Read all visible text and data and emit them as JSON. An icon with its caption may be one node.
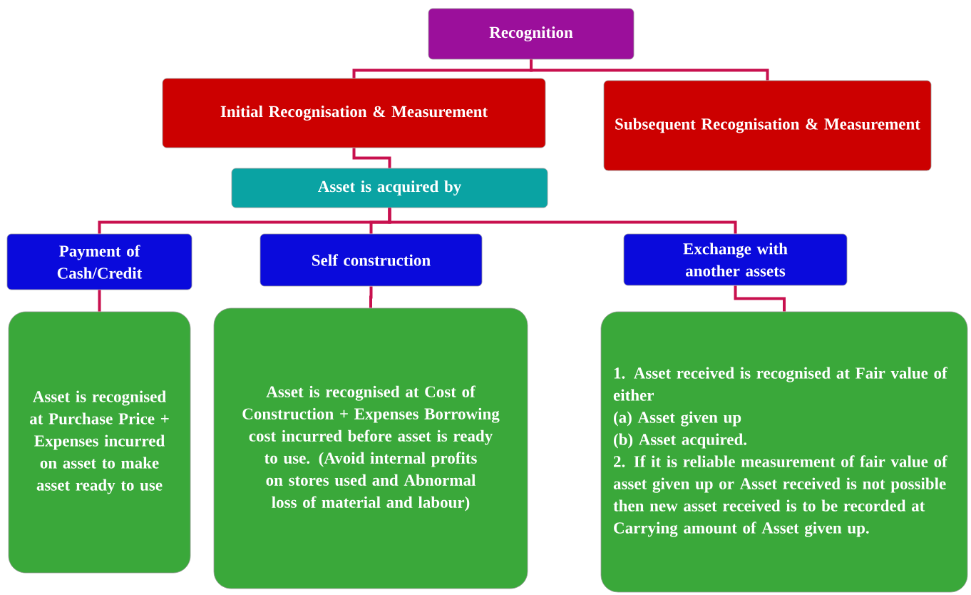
{
  "diagram": {
    "nodes": [
      {
        "text": [
          "Recognition"
        ]
      },
      {
        "text": [
          "Initial Recognisation & Measurement"
        ]
      },
      {
        "text": [
          "Subsequent Recognisation & Measurement"
        ]
      },
      {
        "text": [
          "Asset is acquired by"
        ]
      },
      {
        "text": [
          "Payment of Cash/Credit"
        ]
      },
      {
        "text": [
          "Self construction"
        ]
      },
      {
        "text": [
          "Exchange with another assets"
        ]
      },
      {
        "text": [
          "Asset is recognised at Purchase Price + Expenses incurred on asset to make asset ready to use"
        ]
      },
      {
        "text": [
          "Asset is recognised at Cost of Construction + Expenses Borrowing cost incurred before asset is ready to use. (Avoid internal profits on stores used and Abnormal loss of material and labour)"
        ]
      },
      {
        "text": [
          "1. Asset received is recognised at Fair value of either",
          "(a) Asset given up",
          "(b) Asset acquired.",
          "2. If it is reliable measurement of fair value of asset given up or Asset received is not possible then new asset received is to be recorded at Carrying amount of Asset given up."
        ]
      }
    ],
    "edges": [
      {
        "from": 0,
        "to": 1,
        "arrow": "none"
      },
      {
        "from": 0,
        "to": 2,
        "arrow": "none"
      },
      {
        "from": 1,
        "to": 3,
        "arrow": "none"
      },
      {
        "from": 3,
        "to": 4,
        "arrow": "none"
      },
      {
        "from": 3,
        "to": 5,
        "arrow": "none"
      },
      {
        "from": 3,
        "to": 6,
        "arrow": "none"
      },
      {
        "from": 4,
        "to": 7,
        "arrow": "none"
      },
      {
        "from": 5,
        "to": 8,
        "arrow": "none"
      },
      {
        "from": 6,
        "to": 9,
        "arrow": "none"
      }
    ]
  }
}
